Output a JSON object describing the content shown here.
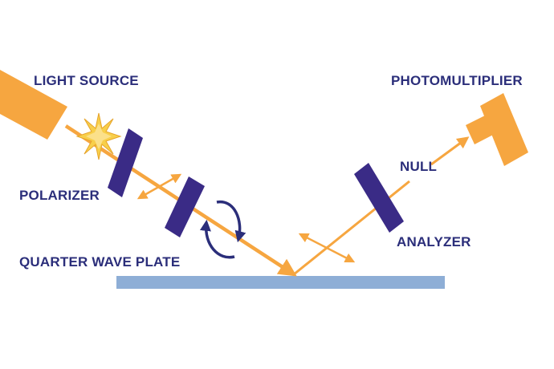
{
  "labels": {
    "light_source": "LIGHT SOURCE",
    "polarizer": "POLARIZER",
    "quarter_wave_plate": "QUARTER WAVE PLATE",
    "photomultiplier": "PHOTOMULTIPLIER",
    "null": "NULL",
    "analyzer": "ANALYZER"
  },
  "colors": {
    "light": "#f6a640",
    "sparkle": "#f8cf4a",
    "optic": "#3a2b86",
    "polarization": "#2b2e7a",
    "sample": "#8eaed6",
    "text": "#2b2e7a"
  }
}
